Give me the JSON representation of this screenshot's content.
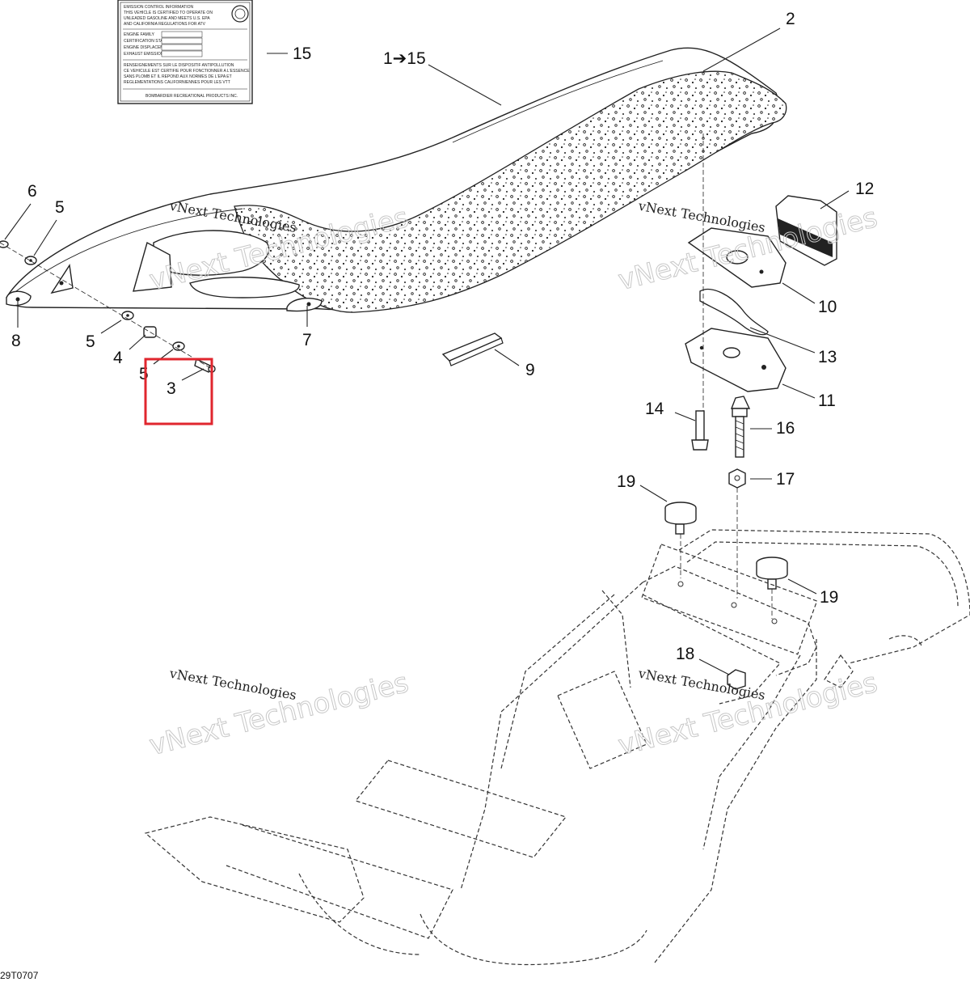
{
  "figure": {
    "reference_code": "29T0707",
    "watermark_text": "vNext Technologies",
    "watermark_outline": "vNext Technologies",
    "highlight_color": "#e0262e"
  },
  "emission_label": {
    "lines": [
      "EMISSION CONTROL INFORMATION",
      "THIS VEHICLE IS CERTIFIED TO OPERATE ON",
      "UNLEADED GASOLINE AND MEETS U.S. EPA",
      "AND CALIFORNIA REGULATIONS FOR ATV",
      "ENGINE FAMILY",
      "CERTIFICATION STANDARD",
      "ENGINE DISPLACEMENT",
      "EXHAUST EMISSION CONTROL SYSTEM",
      "RENSEIGNEMENTS SUR LE DISPOSITIF ANTIPOLLUTION",
      "CE VEHICULE EST CERTIFIE POUR FONCTIONNER A L'ESSENCE",
      "SANS PLOMB ET IL REPOND AUX NORMES DE L'EPA ET",
      "REGLEMENTATIONS CALIFORNIENNES POUR LES VTT",
      "BOMBARDIER RECREATIONAL PRODUCTS INC."
    ]
  },
  "callouts": [
    {
      "id": "c-1-15",
      "text": "1➔15"
    },
    {
      "id": "c-2",
      "text": "2"
    },
    {
      "id": "c-15",
      "text": "15"
    },
    {
      "id": "c-6",
      "text": "6"
    },
    {
      "id": "c-5a",
      "text": "5"
    },
    {
      "id": "c-8",
      "text": "8"
    },
    {
      "id": "c-5b",
      "text": "5"
    },
    {
      "id": "c-4",
      "text": "4"
    },
    {
      "id": "c-5c",
      "text": "5"
    },
    {
      "id": "c-3",
      "text": "3"
    },
    {
      "id": "c-7",
      "text": "7"
    },
    {
      "id": "c-9",
      "text": "9"
    },
    {
      "id": "c-12",
      "text": "12"
    },
    {
      "id": "c-10",
      "text": "10"
    },
    {
      "id": "c-13",
      "text": "13"
    },
    {
      "id": "c-11",
      "text": "11"
    },
    {
      "id": "c-14",
      "text": "14"
    },
    {
      "id": "c-16",
      "text": "16"
    },
    {
      "id": "c-17",
      "text": "17"
    },
    {
      "id": "c-19a",
      "text": "19"
    },
    {
      "id": "c-19b",
      "text": "19"
    },
    {
      "id": "c-18",
      "text": "18"
    }
  ]
}
